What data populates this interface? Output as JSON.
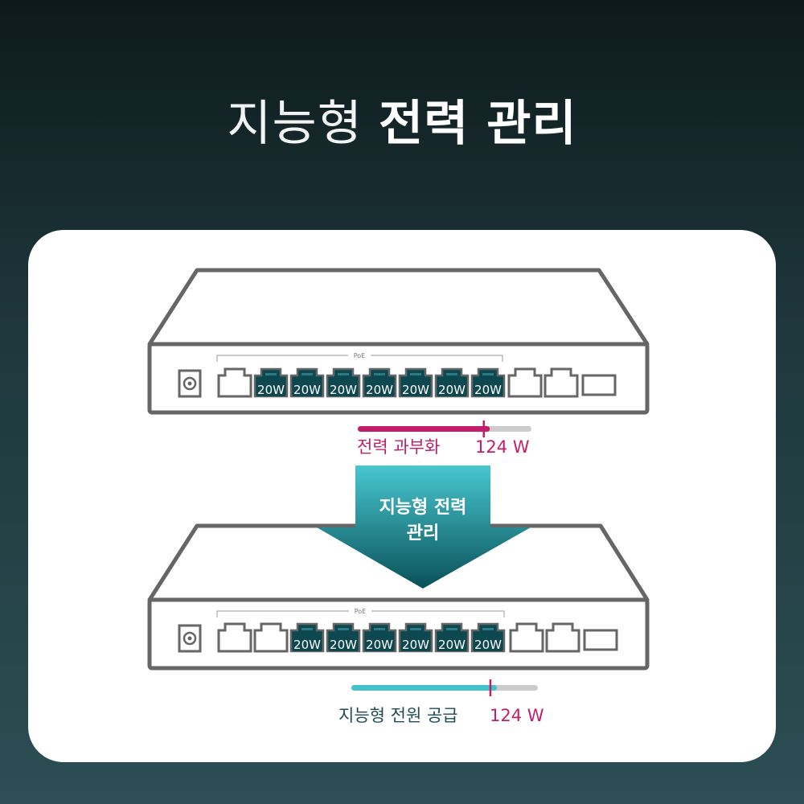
{
  "colors": {
    "device_stroke": "#666666",
    "port_active": "#0d4850",
    "overload": "#c41e6a",
    "managed": "#44c2cc",
    "bar_track": "#cccccc",
    "managed_caption": "#1d4c55",
    "arrow_top": "#48c7d0",
    "arrow_bottom": "#0a5058"
  },
  "heading": {
    "light": "지능형",
    "bold": "전력 관리"
  },
  "arrow": {
    "line1": "지능형 전력",
    "line2": "관리"
  },
  "switches": [
    {
      "poe_label": "PoE",
      "ports": [
        {
          "active": false,
          "label": ""
        },
        {
          "active": true,
          "label": "20W"
        },
        {
          "active": true,
          "label": "20W"
        },
        {
          "active": true,
          "label": "20W"
        },
        {
          "active": true,
          "label": "20W"
        },
        {
          "active": true,
          "label": "20W"
        },
        {
          "active": true,
          "label": "20W"
        },
        {
          "active": true,
          "label": "20W"
        },
        {
          "active": false,
          "label": ""
        },
        {
          "active": false,
          "label": ""
        }
      ],
      "power_bar": {
        "fill_fraction": 0.76,
        "fill_color_key": "overload",
        "limit_fraction": 0.72
      },
      "caption": "전력 과부화",
      "caption_color_key": "overload",
      "value": "124 W"
    },
    {
      "poe_label": "PoE",
      "ports": [
        {
          "active": false,
          "label": ""
        },
        {
          "active": false,
          "label": ""
        },
        {
          "active": true,
          "label": "20W"
        },
        {
          "active": true,
          "label": "20W"
        },
        {
          "active": true,
          "label": "20W"
        },
        {
          "active": true,
          "label": "20W"
        },
        {
          "active": true,
          "label": "20W"
        },
        {
          "active": true,
          "label": "20W"
        },
        {
          "active": false,
          "label": ""
        },
        {
          "active": false,
          "label": ""
        }
      ],
      "power_bar": {
        "fill_fraction": 0.78,
        "fill_color_key": "managed",
        "limit_fraction": 0.74
      },
      "caption": "지능형 전원 공급",
      "caption_color_key": "managed_caption",
      "value": "124 W"
    }
  ]
}
